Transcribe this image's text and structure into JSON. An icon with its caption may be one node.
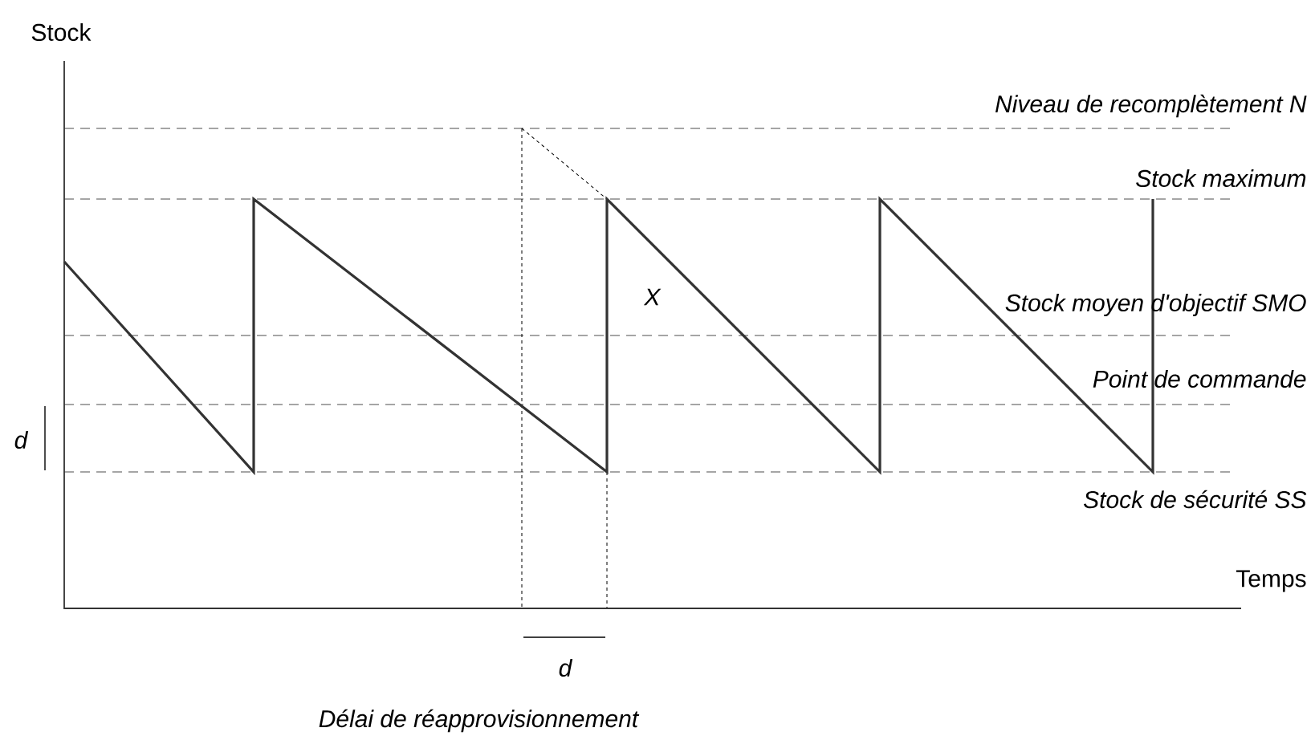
{
  "diagram": {
    "labels": [
      "Stock",
      "Niveau de recomplètement N",
      "Stock maximum",
      "X",
      "Stock moyen d'objectif SMO",
      "Point de commande",
      "d",
      "Stock de sécurité SS",
      "Temps",
      "d",
      "Délai de réapprovisionnement"
    ]
  }
}
